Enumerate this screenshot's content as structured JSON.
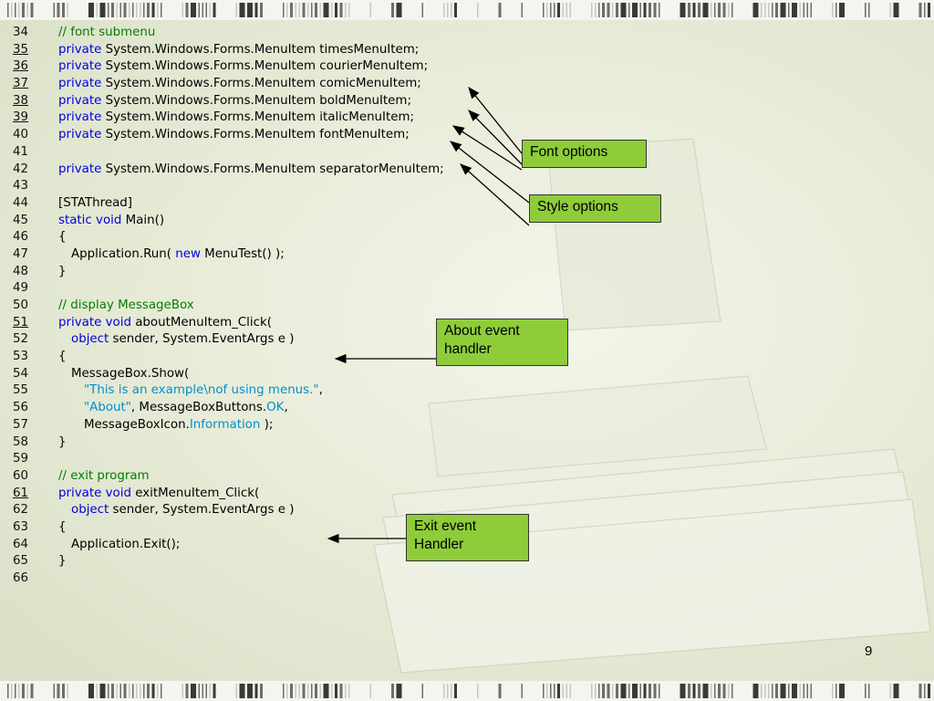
{
  "code_lines": [
    {
      "num": "34",
      "underline": false,
      "indent": 0,
      "tokens": [
        {
          "t": "// font submenu",
          "c": "cm"
        }
      ]
    },
    {
      "num": "35",
      "underline": true,
      "indent": 0,
      "tokens": [
        {
          "t": "private",
          "c": "kw"
        },
        {
          "t": " System.Windows.Forms.MenuItem timesMenuItem;",
          "c": "tx"
        }
      ]
    },
    {
      "num": "36",
      "underline": true,
      "indent": 0,
      "tokens": [
        {
          "t": "private",
          "c": "kw"
        },
        {
          "t": " System.Windows.Forms.MenuItem courierMenuItem;",
          "c": "tx"
        }
      ]
    },
    {
      "num": "37",
      "underline": true,
      "indent": 0,
      "tokens": [
        {
          "t": "private",
          "c": "kw"
        },
        {
          "t": " System.Windows.Forms.MenuItem comicMenuItem;",
          "c": "tx"
        }
      ]
    },
    {
      "num": "38",
      "underline": true,
      "indent": 0,
      "tokens": [
        {
          "t": "private",
          "c": "kw"
        },
        {
          "t": " System.Windows.Forms.MenuItem boldMenuItem;",
          "c": "tx"
        }
      ]
    },
    {
      "num": "39",
      "underline": true,
      "indent": 0,
      "tokens": [
        {
          "t": "private",
          "c": "kw"
        },
        {
          "t": " System.Windows.Forms.MenuItem italicMenuItem;",
          "c": "tx"
        }
      ]
    },
    {
      "num": "40",
      "underline": false,
      "indent": 0,
      "tokens": [
        {
          "t": "private",
          "c": "kw"
        },
        {
          "t": " System.Windows.Forms.MenuItem fontMenuItem;",
          "c": "tx"
        }
      ]
    },
    {
      "num": "41",
      "underline": false,
      "indent": 0,
      "tokens": []
    },
    {
      "num": "42",
      "underline": false,
      "indent": 0,
      "tokens": [
        {
          "t": "private",
          "c": "kw"
        },
        {
          "t": " System.Windows.Forms.MenuItem separatorMenuItem;",
          "c": "tx"
        }
      ]
    },
    {
      "num": "43",
      "underline": false,
      "indent": 0,
      "tokens": []
    },
    {
      "num": "44",
      "underline": false,
      "indent": 0,
      "tokens": [
        {
          "t": "[STAThread]",
          "c": "tx"
        }
      ]
    },
    {
      "num": "45",
      "underline": false,
      "indent": 0,
      "tokens": [
        {
          "t": "static",
          "c": "kw"
        },
        {
          "t": " ",
          "c": "tx"
        },
        {
          "t": "void",
          "c": "kw"
        },
        {
          "t": " Main()",
          "c": "tx"
        }
      ]
    },
    {
      "num": "46",
      "underline": false,
      "indent": 0,
      "tokens": [
        {
          "t": "{",
          "c": "tx"
        }
      ]
    },
    {
      "num": "47",
      "underline": false,
      "indent": 1,
      "tokens": [
        {
          "t": "Application.Run( ",
          "c": "tx"
        },
        {
          "t": "new",
          "c": "kw"
        },
        {
          "t": " MenuTest() );",
          "c": "tx"
        }
      ]
    },
    {
      "num": "48",
      "underline": false,
      "indent": 0,
      "tokens": [
        {
          "t": "}",
          "c": "tx"
        }
      ]
    },
    {
      "num": "49",
      "underline": false,
      "indent": 0,
      "tokens": []
    },
    {
      "num": "50",
      "underline": false,
      "indent": 0,
      "tokens": [
        {
          "t": "// display MessageBox",
          "c": "cm"
        }
      ]
    },
    {
      "num": "51",
      "underline": true,
      "indent": 0,
      "tokens": [
        {
          "t": "private",
          "c": "kw"
        },
        {
          "t": " ",
          "c": "tx"
        },
        {
          "t": "void",
          "c": "kw"
        },
        {
          "t": " aboutMenuItem_Click(",
          "c": "tx"
        }
      ]
    },
    {
      "num": "52",
      "underline": false,
      "indent": 1,
      "tokens": [
        {
          "t": "object",
          "c": "kw"
        },
        {
          "t": " sender, System.EventArgs e )",
          "c": "tx"
        }
      ]
    },
    {
      "num": "53",
      "underline": false,
      "indent": 0,
      "tokens": [
        {
          "t": "{",
          "c": "tx"
        }
      ]
    },
    {
      "num": "54",
      "underline": false,
      "indent": 1,
      "tokens": [
        {
          "t": "MessageBox.Show(",
          "c": "tx"
        }
      ]
    },
    {
      "num": "55",
      "underline": false,
      "indent": 2,
      "tokens": [
        {
          "t": "\"This is an example\\nof using menus.\"",
          "c": "str"
        },
        {
          "t": ",",
          "c": "tx"
        }
      ]
    },
    {
      "num": "56",
      "underline": false,
      "indent": 2,
      "tokens": [
        {
          "t": "\"About\"",
          "c": "str"
        },
        {
          "t": ", MessageBoxButtons.",
          "c": "tx"
        },
        {
          "t": "OK",
          "c": "id"
        },
        {
          "t": ",",
          "c": "tx"
        }
      ]
    },
    {
      "num": "57",
      "underline": false,
      "indent": 2,
      "tokens": [
        {
          "t": "MessageBoxIcon.",
          "c": "tx"
        },
        {
          "t": "Information",
          "c": "id"
        },
        {
          "t": " );",
          "c": "tx"
        }
      ]
    },
    {
      "num": "58",
      "underline": false,
      "indent": 0,
      "tokens": [
        {
          "t": "}",
          "c": "tx"
        }
      ]
    },
    {
      "num": "59",
      "underline": false,
      "indent": 0,
      "tokens": []
    },
    {
      "num": "60",
      "underline": false,
      "indent": 0,
      "tokens": [
        {
          "t": "// exit program",
          "c": "cm"
        }
      ]
    },
    {
      "num": "61",
      "underline": true,
      "indent": 0,
      "tokens": [
        {
          "t": "private",
          "c": "kw"
        },
        {
          "t": " ",
          "c": "tx"
        },
        {
          "t": "void",
          "c": "kw"
        },
        {
          "t": " exitMenuItem_Click(",
          "c": "tx"
        }
      ]
    },
    {
      "num": "62",
      "underline": false,
      "indent": 1,
      "tokens": [
        {
          "t": "object",
          "c": "kw"
        },
        {
          "t": " sender, System.EventArgs e )",
          "c": "tx"
        }
      ]
    },
    {
      "num": "63",
      "underline": false,
      "indent": 0,
      "tokens": [
        {
          "t": "{",
          "c": "tx"
        }
      ]
    },
    {
      "num": "64",
      "underline": false,
      "indent": 1,
      "tokens": [
        {
          "t": "Application.Exit();",
          "c": "tx"
        }
      ]
    },
    {
      "num": "65",
      "underline": false,
      "indent": 0,
      "tokens": [
        {
          "t": "}",
          "c": "tx"
        }
      ]
    },
    {
      "num": "66",
      "underline": false,
      "indent": 0,
      "tokens": []
    }
  ],
  "callouts": {
    "font_options": "Font options",
    "style_options": "Style options",
    "about_line1": "About event",
    "about_line2": "handler",
    "exit_line1": "Exit event",
    "exit_line2": "Handler"
  },
  "page_number": "9",
  "colors": {
    "keyword": "#0000e0",
    "comment": "#008000",
    "string": "#0090d0",
    "callout_fill": "#8fcc3a"
  }
}
